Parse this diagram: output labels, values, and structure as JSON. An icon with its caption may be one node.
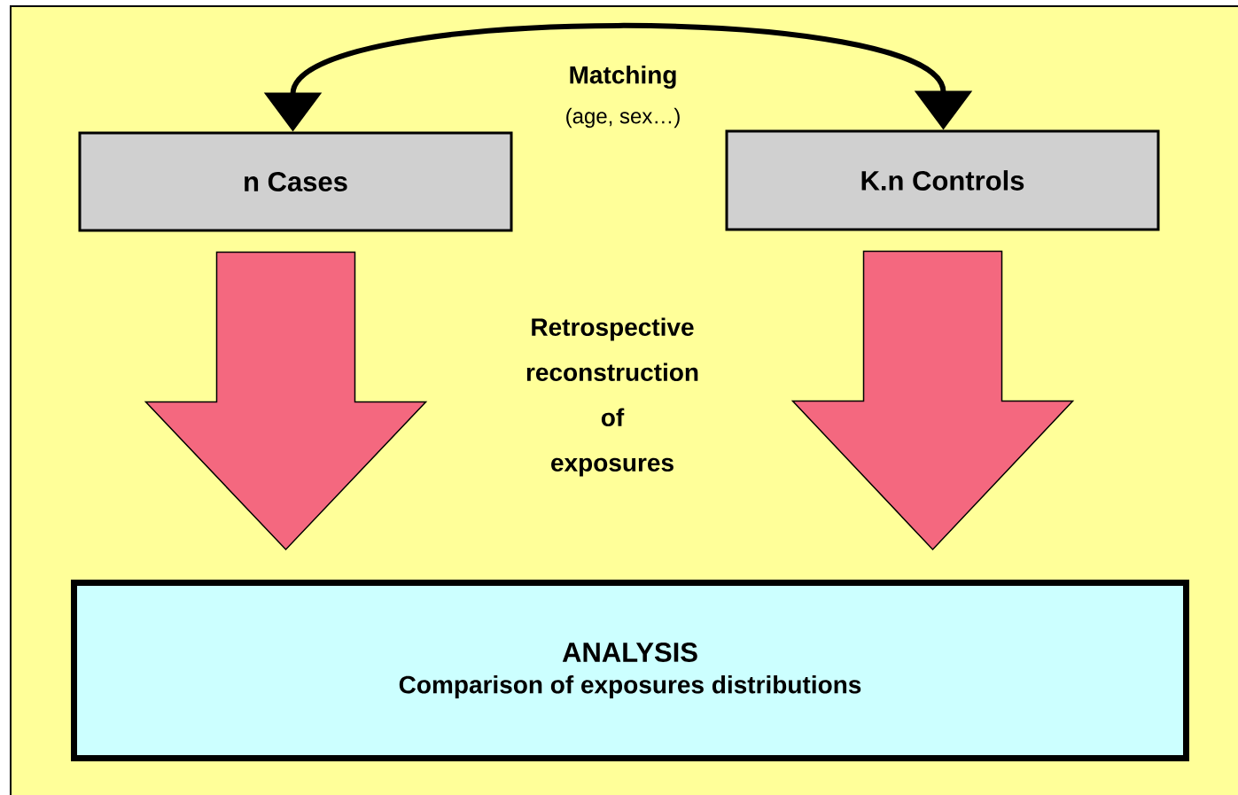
{
  "diagram": {
    "nodes": [
      {
        "text": [
          "n Cases"
        ]
      },
      {
        "text": [
          "K.n Controls"
        ]
      },
      {
        "text": [
          "ANALYSIS",
          "Comparison of exposures distributions"
        ]
      }
    ],
    "edges": [
      {
        "from": 0,
        "to": 1,
        "arrow": "both",
        "label": "Matching"
      },
      {
        "from": 0,
        "to": 2,
        "arrow": "to",
        "style": "thick",
        "color": "#f4687f"
      },
      {
        "from": 1,
        "to": 2,
        "arrow": "to",
        "style": "thick",
        "color": "#f4687f"
      }
    ],
    "labels": [
      "(age, sex…)",
      "Retrospective reconstruction of exposures"
    ]
  }
}
